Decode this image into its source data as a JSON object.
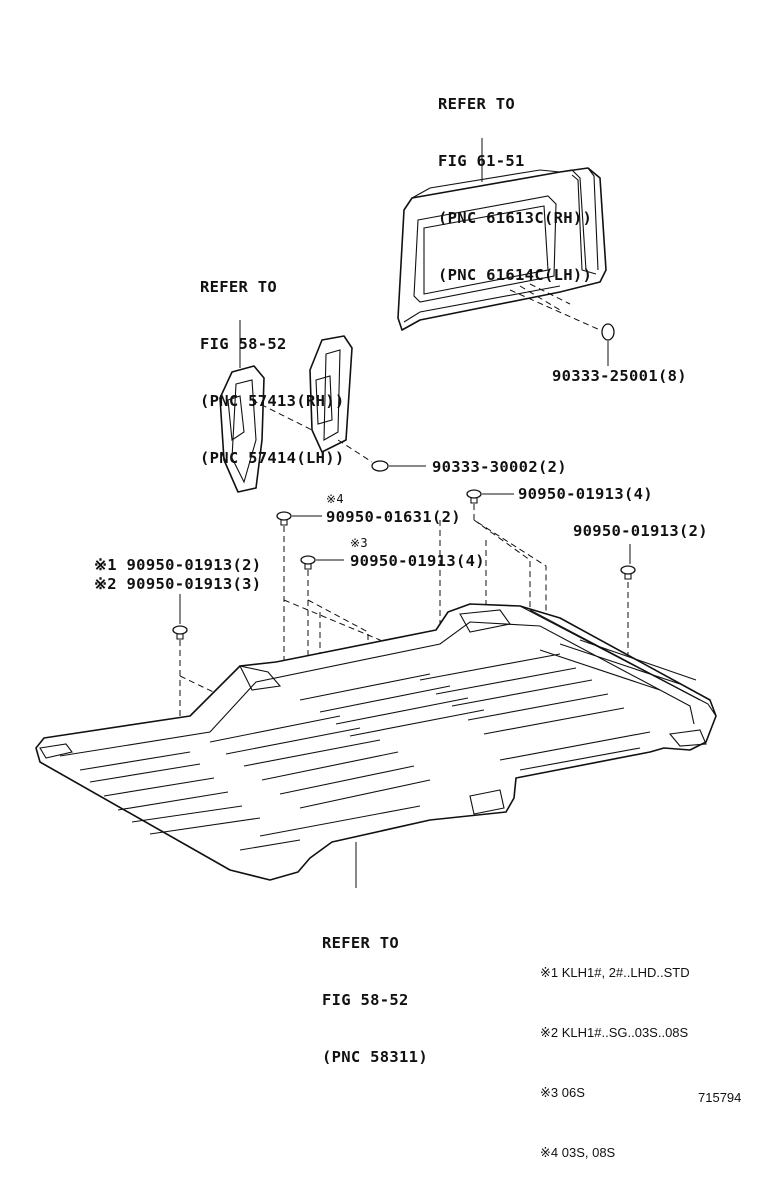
{
  "callouts": {
    "quarter_window": [
      "REFER TO",
      "FIG 61-51",
      "(PNC 61613C(RH))",
      "(PNC 61614C(LH))"
    ],
    "pillar_trim": [
      "REFER TO",
      "FIG 58-52",
      "(PNC 57413(RH))",
      "(PNC 57414(LH))"
    ],
    "floor_panel": [
      "REFER TO",
      "FIG 58-52",
      "(PNC 58311)"
    ],
    "clip_window": "90333-25001(8)",
    "clip_pillar": "90333-30002(2)",
    "plug_upper_right": "90950-01913(4)",
    "plug_center": {
      "mark": "※4",
      "text": "90950-01631(2)"
    },
    "plug_mid": {
      "mark": "※3",
      "text": "90950-01913(4)"
    },
    "plug_left_1": "※1 90950-01913(2)",
    "plug_left_2": "※2 90950-01913(3)",
    "plug_far_right": "90950-01913(2)"
  },
  "notes": [
    "※1 KLH1#, 2#..LHD..STD",
    "※2 KLH1#..SG..03S..08S",
    "※3 06S",
    "※4 03S, 08S"
  ],
  "diagram_id": "715794"
}
